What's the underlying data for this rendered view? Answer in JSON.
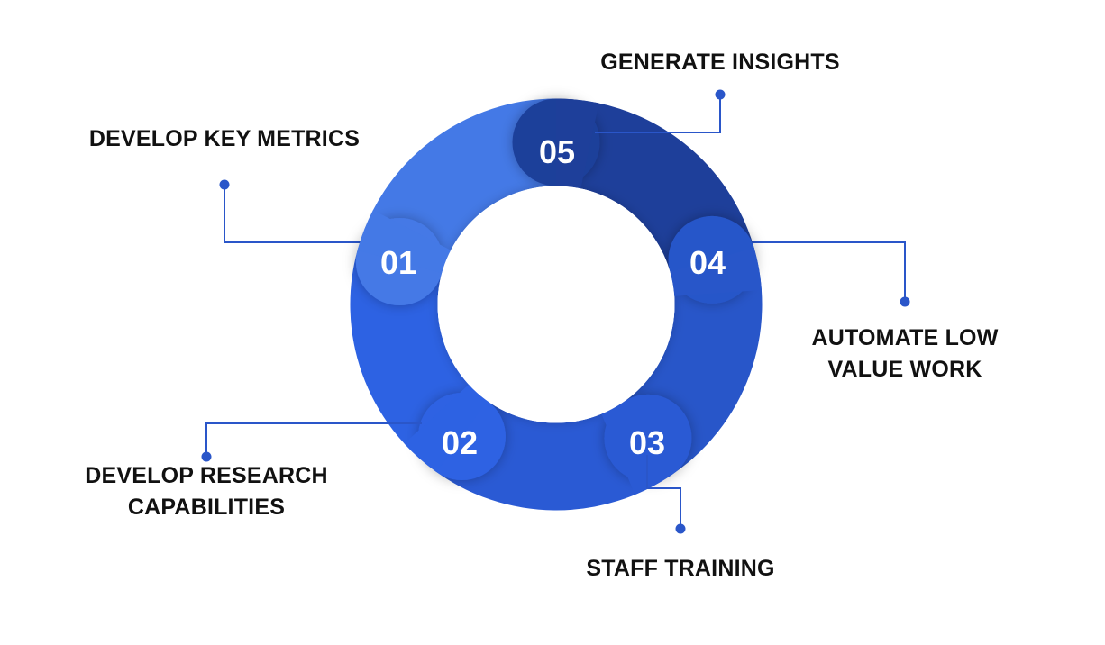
{
  "diagram": {
    "type": "cycle",
    "line_color": "#2a56c9",
    "text_color": "#111111",
    "number_color": "#ffffff",
    "steps": [
      {
        "number": "01",
        "label_lines": [
          "DEVELOP KEY METRICS"
        ],
        "color": "#4479e6"
      },
      {
        "number": "02",
        "label_lines": [
          "DEVELOP RESEARCH",
          "CAPABILITIES"
        ],
        "color": "#2d62e3"
      },
      {
        "number": "03",
        "label_lines": [
          "STAFF TRAINING"
        ],
        "color": "#2a5ad4"
      },
      {
        "number": "04",
        "label_lines": [
          "AUTOMATE LOW",
          "VALUE WORK"
        ],
        "color": "#2856c9"
      },
      {
        "number": "05",
        "label_lines": [
          "GENERATE INSIGHTS"
        ],
        "color": "#1e3f9a"
      }
    ]
  }
}
